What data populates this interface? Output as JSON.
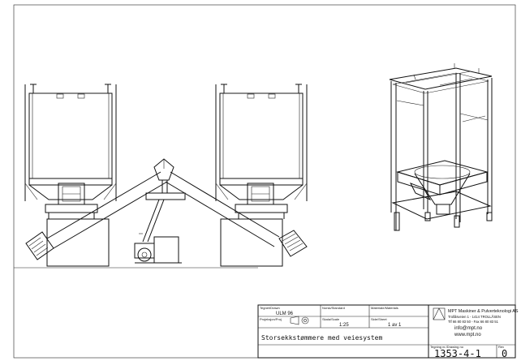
{
  "title_block": {
    "field_labels": {
      "drawn_by": "Tegnet/Drawn",
      "projection": "Projeksjon/Proj",
      "standard": "Norsk/Standard",
      "scale": "Skala/Scale",
      "material": "Materiale/Materials",
      "sheet": "Side/Sheet",
      "drawing_no": "Tegning nr./Drawing no",
      "revision": "Rev"
    },
    "drawn_by_value": "ULM 96",
    "scale_value": "1:25",
    "sheet_value": "1 av 1",
    "drawing_title": "Storsekkstømmere med veiesystem",
    "company_name": "MPT Maskiner & Pulverteknologi AS",
    "company_address": "Trollåsveien 1 - 1414 TROLLÅSEN",
    "company_phone": "Tlf 66 80 83 50 - Fax 66 80 83 51",
    "company_email": "info@mpt.no",
    "company_web": "www.mpt.no",
    "drawing_number": "1353-4-1",
    "revision_value": "0"
  },
  "colors": {
    "line": "#111111",
    "background": "#ffffff"
  }
}
